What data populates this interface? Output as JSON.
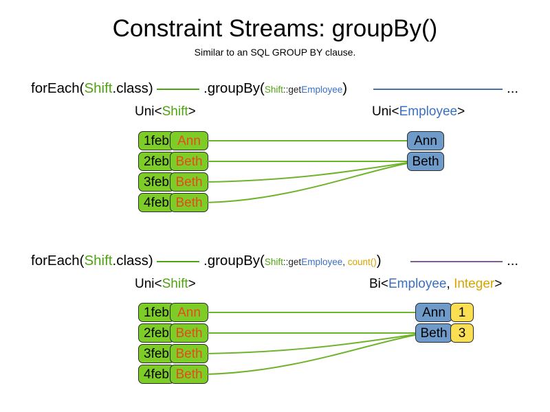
{
  "page": {
    "title": "Constraint Streams: groupBy()",
    "subtitle": "Similar to an SQL GROUP BY clause."
  },
  "colors": {
    "shift_green": "#4FA310",
    "employee_blue": "#3A6FC4",
    "integer_gold": "#D9A300",
    "box_green_fill": "#7DCC28",
    "box_blue_fill": "#6E9BC9",
    "box_yellow_fill": "#FADF52",
    "name_orange": "#E8491D",
    "link_green": "#6FB32B",
    "rule_blue": "#4A6FA5",
    "rule_purple": "#7B5E8C"
  },
  "sections": [
    {
      "id": "groupby-single",
      "code": {
        "for_each_open": "forEach(",
        "for_each_type": "Shift",
        "for_each_close": ".class)",
        "group_by_open": ".groupBy(",
        "mapper_type": "Shift",
        "mapper_sep": "::get",
        "mapper_prop": "Employee",
        "group_by_close": ")",
        "ellipsis": "..."
      },
      "left_label": {
        "prefix": "Uni<",
        "type": "Shift",
        "suffix": ">"
      },
      "right_label": {
        "prefix": "Uni<",
        "type": "Employee",
        "suffix": ">"
      },
      "shifts": [
        {
          "date": "1feb",
          "employee": "Ann"
        },
        {
          "date": "2feb",
          "employee": "Beth"
        },
        {
          "date": "3feb",
          "employee": "Beth"
        },
        {
          "date": "4feb",
          "employee": "Beth"
        }
      ],
      "groups": [
        {
          "employee": "Ann"
        },
        {
          "employee": "Beth"
        }
      ]
    },
    {
      "id": "groupby-count",
      "code": {
        "for_each_open": "forEach(",
        "for_each_type": "Shift",
        "for_each_close": ".class)",
        "group_by_open": ".groupBy(",
        "mapper_type": "Shift",
        "mapper_sep": "::get",
        "mapper_prop": "Employee",
        "mapper_comma": ", ",
        "collector": "count()",
        "group_by_close": ")",
        "ellipsis": "..."
      },
      "left_label": {
        "prefix": "Uni<",
        "type": "Shift",
        "suffix": ">"
      },
      "right_label": {
        "prefix": "Bi<",
        "type": "Employee",
        "comma": ", ",
        "type2": "Integer",
        "suffix": ">"
      },
      "shifts": [
        {
          "date": "1feb",
          "employee": "Ann"
        },
        {
          "date": "2feb",
          "employee": "Beth"
        },
        {
          "date": "3feb",
          "employee": "Beth"
        },
        {
          "date": "4feb",
          "employee": "Beth"
        }
      ],
      "groups": [
        {
          "employee": "Ann",
          "count": "1"
        },
        {
          "employee": "Beth",
          "count": "3"
        }
      ]
    }
  ]
}
